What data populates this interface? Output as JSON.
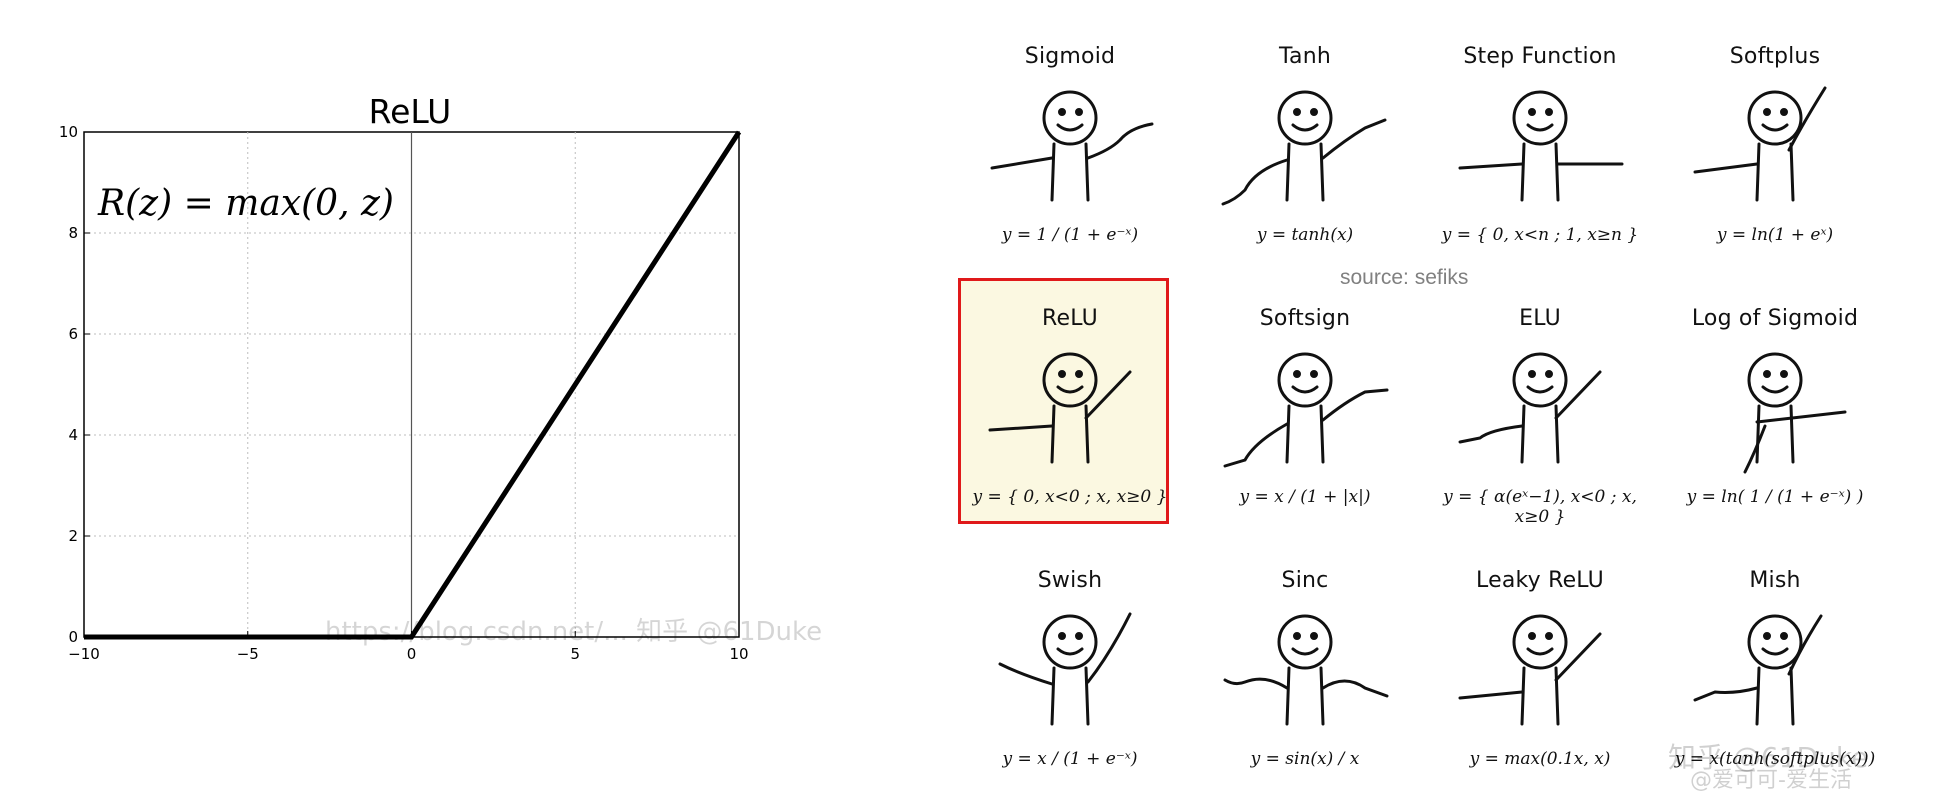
{
  "chart_data": {
    "type": "line",
    "title": "ReLU",
    "annotation": "R(z) = max(0,  z)",
    "x": [
      -10,
      0,
      10
    ],
    "y": [
      0,
      0,
      10
    ],
    "xlim": [
      -10,
      10
    ],
    "ylim": [
      0,
      10
    ],
    "xticks": [
      -10,
      -5,
      0,
      5,
      10
    ],
    "yticks": [
      0,
      2,
      4,
      6,
      8,
      10
    ],
    "xtick_labels": [
      "−10",
      "−5",
      "0",
      "5",
      "10"
    ],
    "ytick_labels": [
      "0",
      "2",
      "4",
      "6",
      "8",
      "10"
    ],
    "grid": true,
    "line_color": "#000000"
  },
  "watermarks": {
    "chart": "https://blog.csdn.net/... 知乎 @61Duke",
    "panel_primary": "知乎 @61Duke",
    "panel_secondary": "@爱可可-爱生活"
  },
  "activations": {
    "source": "source: sefiks",
    "highlight_color": "#e0191a",
    "items": [
      {
        "name": "Sigmoid",
        "formula": "y = 1 / (1 + e⁻ˣ)"
      },
      {
        "name": "Tanh",
        "formula": "y = tanh(x)"
      },
      {
        "name": "Step Function",
        "formula": "y = { 0, x<n ; 1, x≥n }"
      },
      {
        "name": "Softplus",
        "formula": "y = ln(1 + eˣ)"
      },
      {
        "name": "ReLU",
        "formula": "y = { 0, x<0 ; x, x≥0 }"
      },
      {
        "name": "Softsign",
        "formula": "y = x / (1 + |x|)"
      },
      {
        "name": "ELU",
        "formula": "y = { α(eˣ−1), x<0 ; x, x≥0 }"
      },
      {
        "name": "Log of Sigmoid",
        "formula": "y = ln( 1 / (1 + e⁻ˣ) )"
      },
      {
        "name": "Swish",
        "formula": "y = x / (1 + e⁻ˣ)"
      },
      {
        "name": "Sinc",
        "formula": "y = sin(x) / x"
      },
      {
        "name": "Leaky ReLU",
        "formula": "y = max(0.1x, x)"
      },
      {
        "name": "Mish",
        "formula": "y = x(tanh(softplus(x)))"
      }
    ]
  }
}
